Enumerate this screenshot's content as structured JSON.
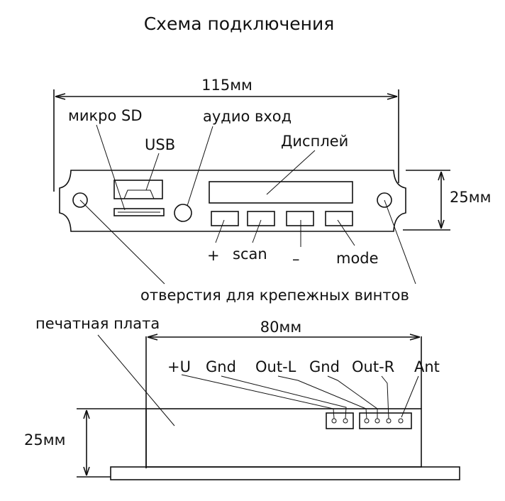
{
  "title": "Схема подключения",
  "front_panel": {
    "width": "115мм",
    "height": "25мм",
    "labels": {
      "micro_sd": "микро SD",
      "usb": "USB",
      "audio_in": "аудио вход",
      "display": "Дисплей",
      "plus": "+",
      "scan": "scan",
      "minus": "–",
      "mode": "mode",
      "mounting_holes": "отверстия для крепежных винтов"
    }
  },
  "board": {
    "label": "печатная плата",
    "width": "80мм",
    "height": "25мм",
    "pins": [
      "+U",
      "Gnd",
      "Out-L",
      "Gnd",
      "Out-R",
      "Ant"
    ]
  }
}
